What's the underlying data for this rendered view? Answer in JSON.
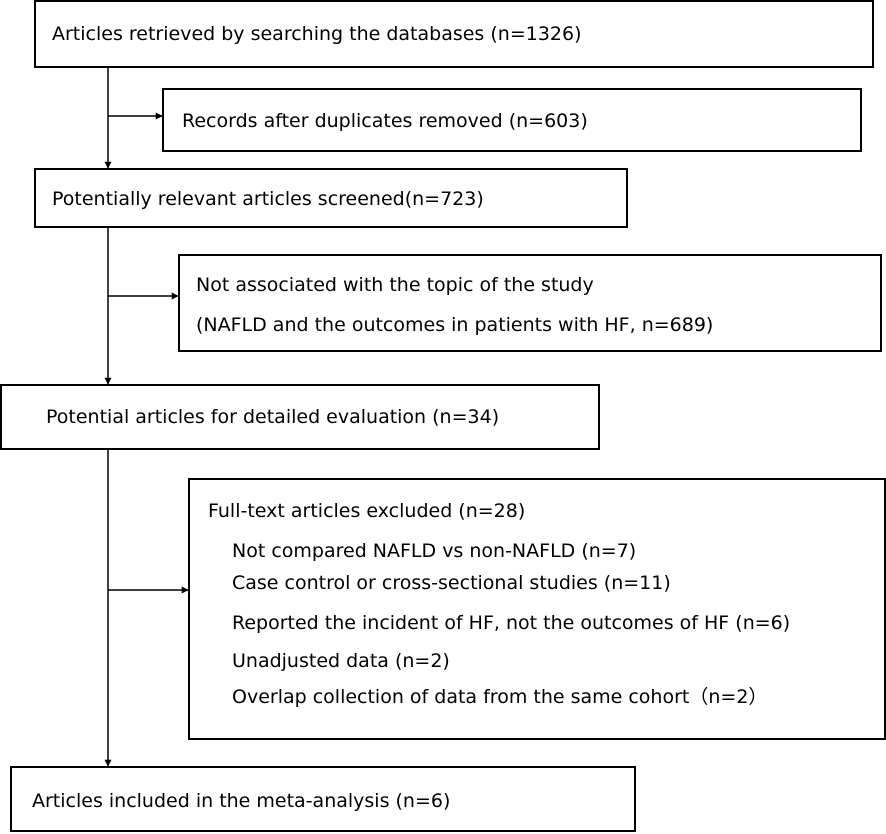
{
  "flowchart": {
    "retrieved": "Articles retrieved by searching the databases (n=1326)",
    "duplicates_removed": "Records after duplicates removed (n=603)",
    "screened": "Potentially relevant articles screened(n=723)",
    "not_associated": {
      "line1": "Not associated with the topic of the study",
      "line2": "(NAFLD and the outcomes in patients with HF, n=689)"
    },
    "detailed_evaluation": "Potential articles for detailed evaluation (n=34)",
    "excluded": {
      "heading": "Full-text articles excluded (n=28)",
      "reasons": [
        "Not compared NAFLD vs non-NAFLD (n=7)",
        "Case control or cross-sectional studies (n=11)",
        "Reported the incident of HF, not the outcomes of HF (n=6)",
        "Unadjusted data (n=2)",
        "Overlap collection of data from the same cohort（n=2）"
      ]
    },
    "included": "Articles included in the meta-analysis (n=6)"
  }
}
